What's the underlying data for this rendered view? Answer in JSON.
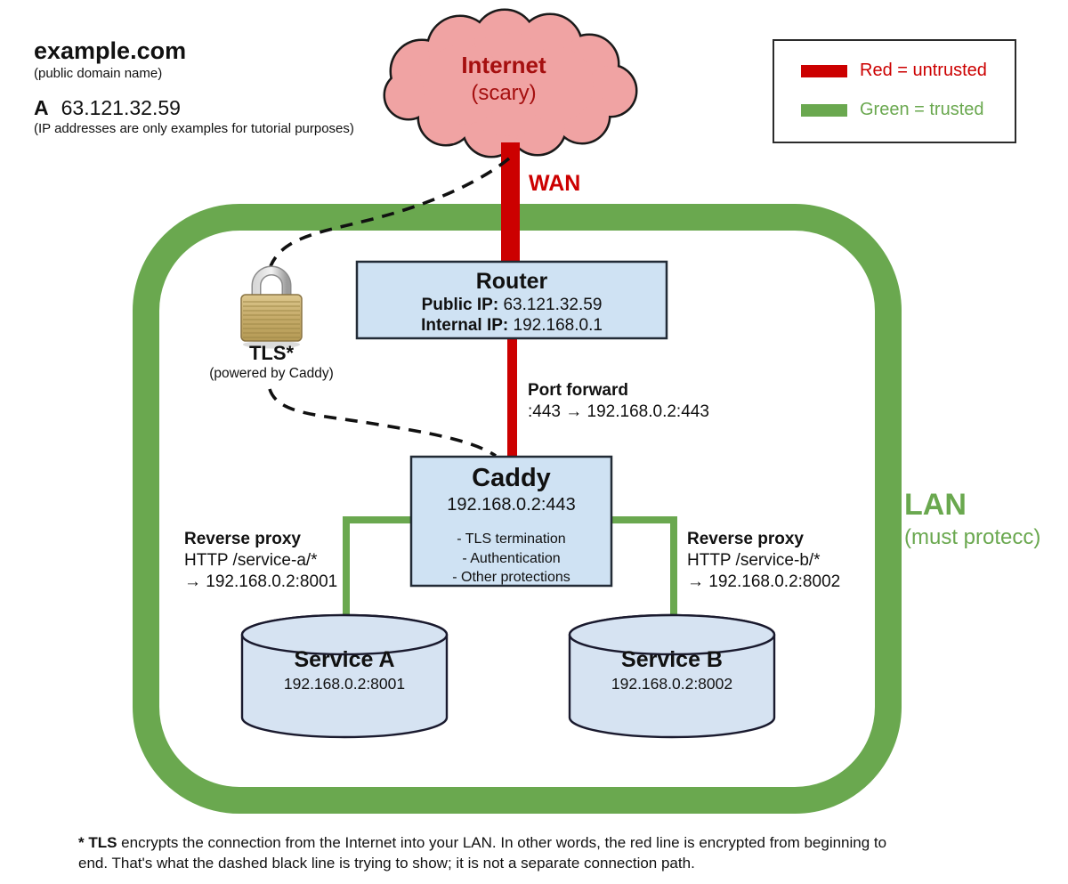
{
  "header": {
    "domain": "example.com",
    "domain_note": "(public domain name)",
    "dns_record_type": "A",
    "dns_record_ip": "63.121.32.59",
    "dns_note": "(IP addresses are only examples for tutorial purposes)"
  },
  "legend": {
    "red_label": "Red = untrusted",
    "green_label": "Green = trusted",
    "red_color": "#cc0000",
    "green_color": "#6aa84f"
  },
  "internet": {
    "title": "Internet",
    "subtitle": "(scary)"
  },
  "wan": {
    "label": "WAN"
  },
  "router": {
    "title": "Router",
    "public_ip_label": "Public IP:",
    "public_ip": "63.121.32.59",
    "internal_ip_label": "Internal IP:",
    "internal_ip": "192.168.0.1"
  },
  "port_forward": {
    "title": "Port forward",
    "rule": ":443 → 192.168.0.2:443"
  },
  "tls": {
    "title": "TLS*",
    "subtitle": "(powered by Caddy)"
  },
  "caddy": {
    "title": "Caddy",
    "address": "192.168.0.2:443",
    "features": [
      "- TLS termination",
      "- Authentication",
      "- Other protections"
    ]
  },
  "reverse_proxy_a": {
    "title": "Reverse proxy",
    "rule": "HTTP /service-a/*",
    "target": "→ 192.168.0.2:8001"
  },
  "reverse_proxy_b": {
    "title": "Reverse proxy",
    "rule": "HTTP /service-b/*",
    "target": "→ 192.168.0.2:8002"
  },
  "lan": {
    "title": "LAN",
    "subtitle": "(must protecc)"
  },
  "service_a": {
    "title": "Service A",
    "address": "192.168.0.2:8001"
  },
  "service_b": {
    "title": "Service B",
    "address": "192.168.0.2:8002"
  },
  "footnote": {
    "prefix": "* TLS",
    "line1": " encrypts the connection from the Internet into your LAN. In other words, the red line is encrypted from beginning to",
    "line2": "end. That's what the dashed black line is trying to show; it is not a separate connection path."
  }
}
